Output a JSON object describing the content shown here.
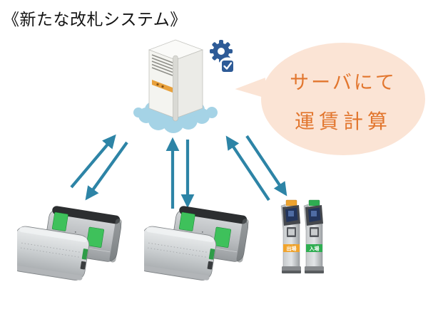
{
  "title": "《新たな改札システム》",
  "bubble": {
    "line1": "サーバにて",
    "line2": "運賃計算"
  },
  "validator_labels": {
    "exit": "出場",
    "entry": "入場"
  },
  "icons": {
    "gear": "gear-icon",
    "check_square": "check-square-icon",
    "cloud": "cloud-icon"
  },
  "colors": {
    "arrow_teal": "#2d84a6",
    "bubble_fill": "#fbe4d5",
    "bubble_text": "#e2762e",
    "gear_blue": "#2e5b97",
    "cloud_blue": "#a5d3e6",
    "gate_ic_green": "#3ec15b",
    "validator_yellow": "#f0a42e",
    "validator_green": "#2fae52",
    "server_accent_orange": "#e8a13c",
    "title_text": "#141414"
  }
}
